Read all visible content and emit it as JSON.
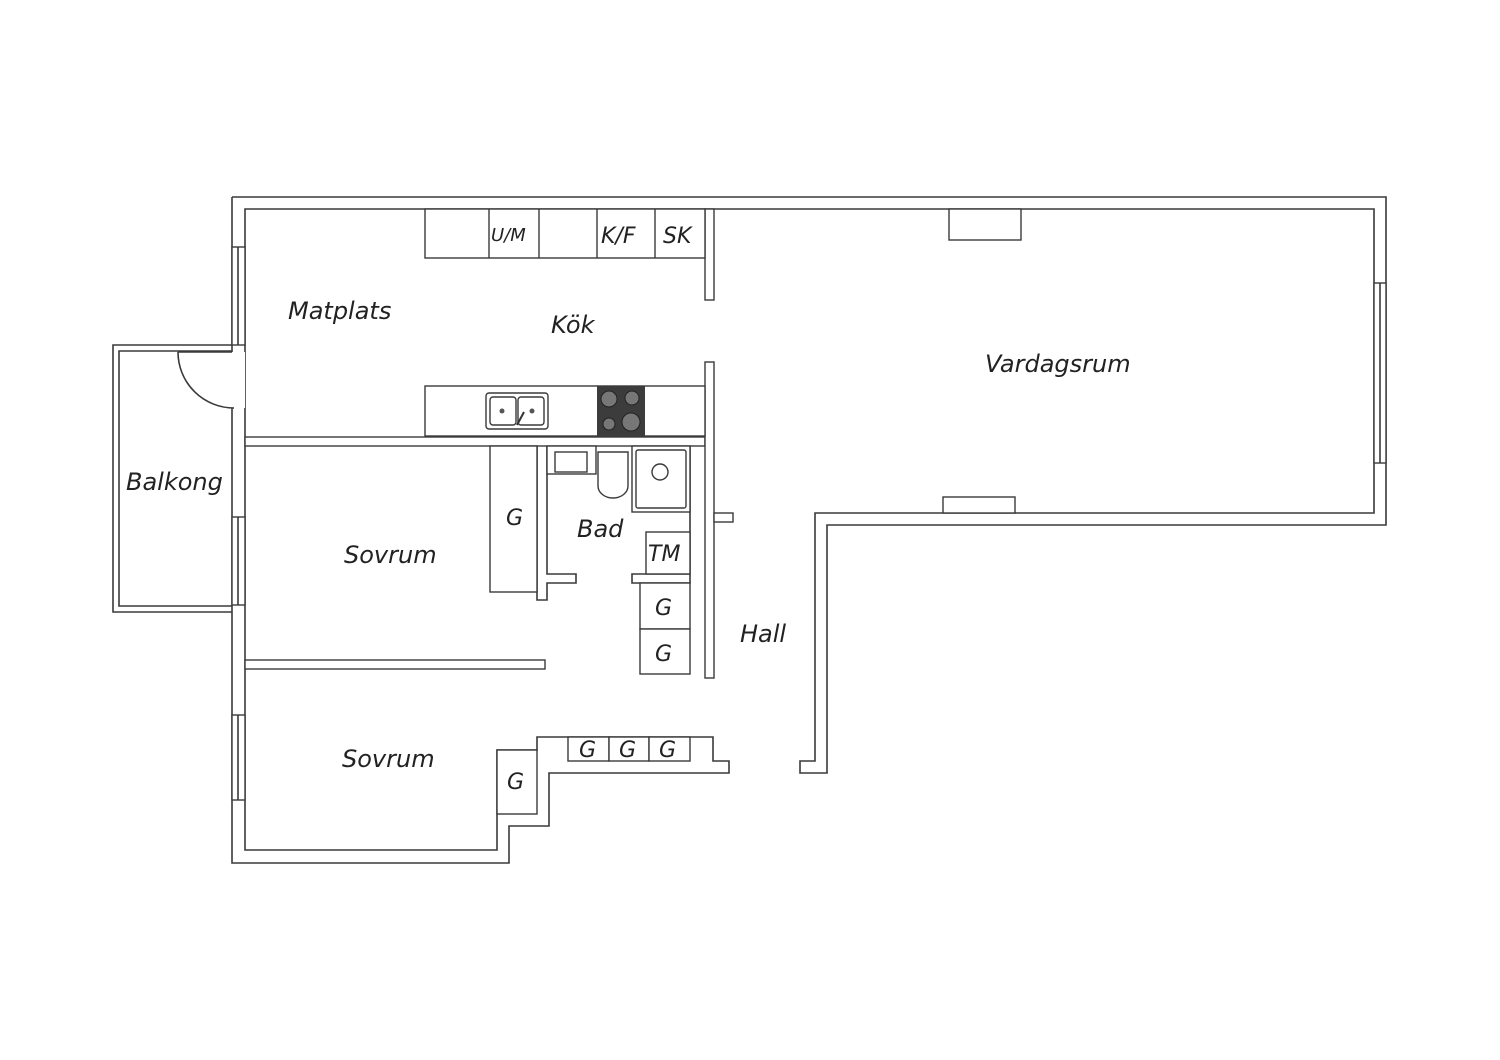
{
  "rooms": {
    "matplats": "Matplats",
    "kok": "Kök",
    "vardagsrum": "Vardagsrum",
    "balkong": "Balkong",
    "sovrum1": "Sovrum",
    "sovrum2": "Sovrum",
    "bad": "Bad",
    "hall": "Hall"
  },
  "fixtures": {
    "um": "U/M",
    "kf": "K/F",
    "sk": "SK",
    "tm": "TM",
    "g_closet_bedroom1": "G",
    "g_hall_1": "G",
    "g_hall_2": "G",
    "g_row_1": "G",
    "g_row_2": "G",
    "g_row_3": "G",
    "g_bedroom2": "G"
  },
  "colors": {
    "wall": "#3a3a3a",
    "stove": "#3c3c3c"
  }
}
